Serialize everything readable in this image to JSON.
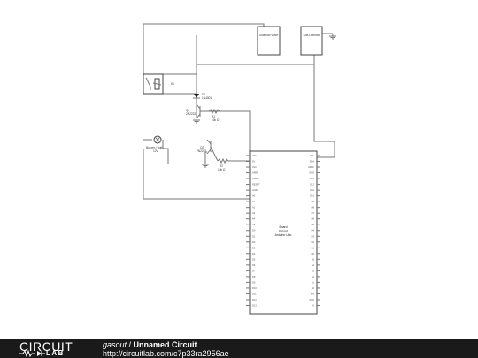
{
  "components": {
    "solenoid_valve": "Solenoid Valve",
    "gas_detector": "Gas Detector",
    "relay": "K1",
    "diode_ref": "D1",
    "diode_model": "1N4001",
    "q1_ref": "Q1",
    "q1_model": "2N2222",
    "r1_ref": "R1",
    "r1_value": "10k Ω",
    "buzzer_label": "Buzzer / Bulb",
    "buzzer_value": "12V",
    "q2_ref": "Q2",
    "q2_model": "2N2222",
    "r2_ref": "R2",
    "r2_value": "10k Ω"
  },
  "board": {
    "name_line1": "Board",
    "name_line2": "Pinout",
    "name_line3": "Arduino Uno",
    "left_pins": [
      "VIN",
      "5V",
      "3V3",
      "AREF",
      "IOREF",
      "RESET",
      "GND",
      "A0",
      "A1",
      "A2",
      "A3",
      "A4",
      "A5",
      "D0",
      "D1",
      "D2",
      "D3",
      "D4",
      "D5",
      "D6",
      "D7",
      "D8",
      "D9",
      "D10",
      "D11",
      "D12",
      "D13"
    ],
    "right_pins": [
      "SCL",
      "SDA",
      "AREF",
      "GND",
      "D13",
      "D12",
      "D11",
      "D10",
      "D9",
      "D8",
      "D7",
      "D6",
      "D5",
      "D4",
      "D3",
      "D2",
      "D1",
      "D0",
      "A5",
      "A4",
      "A3",
      "A2",
      "A1",
      "A0",
      "VIN",
      "GND",
      "5V"
    ]
  },
  "footer": {
    "logo_top": "CIRCUIT",
    "logo_bottom": "LAB",
    "username": "gasout",
    "separator": " / ",
    "circuit_name": "Unnamed Circuit",
    "url": "http://circuitlab.com/c7p33ra2956ae"
  }
}
